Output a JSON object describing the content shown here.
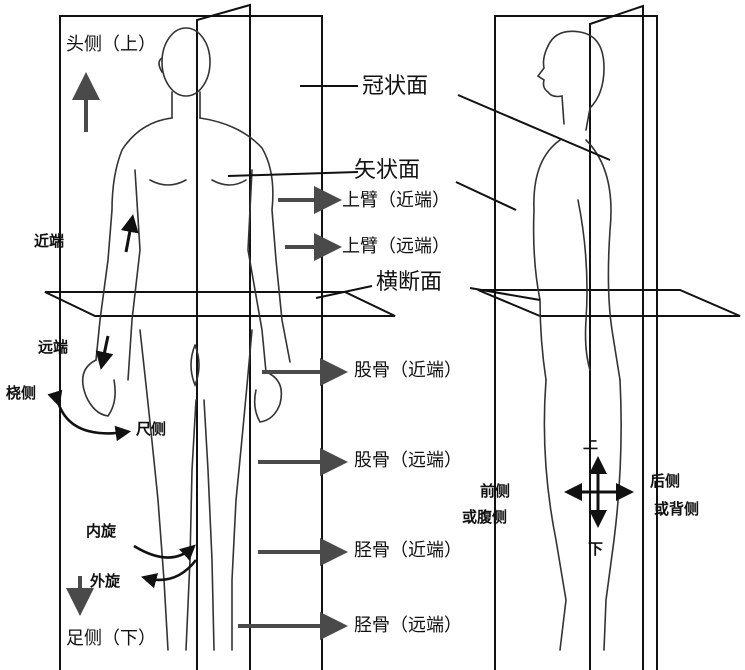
{
  "labels": {
    "head_side": "头侧（上）",
    "foot_side": "足侧（下）",
    "coronal": "冠状面",
    "sagittal": "矢状面",
    "transverse": "横断面",
    "upper_arm_proximal": "上臂（近端）",
    "upper_arm_distal": "上臂（远端）",
    "femur_proximal": "股骨（近端）",
    "femur_distal": "股骨（远端）",
    "tibia_proximal": "胫骨（近端）",
    "tibia_distal": "胫骨（远端）",
    "proximal": "近端",
    "distal": "远端",
    "radial": "桡侧",
    "ulnar": "尺侧",
    "internal_rotation": "内旋",
    "external_rotation": "外旋",
    "up": "上",
    "down": "下",
    "anterior": "前侧",
    "ventral": "或腹侧",
    "posterior": "后侧",
    "dorsal": "或背侧"
  },
  "colors": {
    "line": "#111111",
    "arrow": "#4a4a4a",
    "sketch": "#333333",
    "background": "#ffffff"
  }
}
